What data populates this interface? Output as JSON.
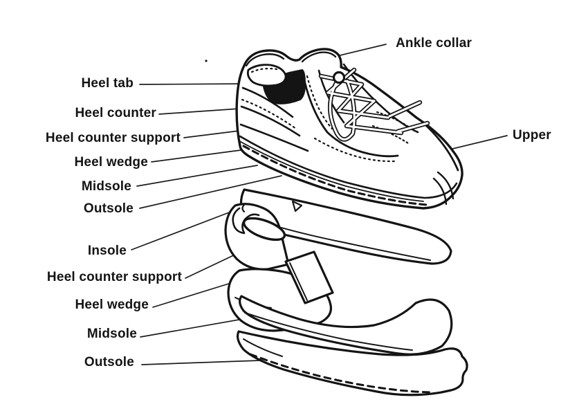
{
  "figure": {
    "subject": "Exploded-view line diagram of a running shoe and its sole layers",
    "background_color": "#ffffff",
    "ink_color": "#141414"
  },
  "labels": {
    "ankle_collar": "Ankle collar",
    "heel_tab": "Heel tab",
    "heel_counter": "Heel counter",
    "heel_counter_support": "Heel counter support",
    "heel_wedge": "Heel wedge",
    "midsole": "Midsole",
    "outsole": "Outsole",
    "upper": "Upper",
    "insole": "Insole",
    "heel_counter_support_2": "Heel counter support",
    "heel_wedge_2": "Heel wedge",
    "midsole_2": "Midsole",
    "outsole_2": "Outsole"
  }
}
